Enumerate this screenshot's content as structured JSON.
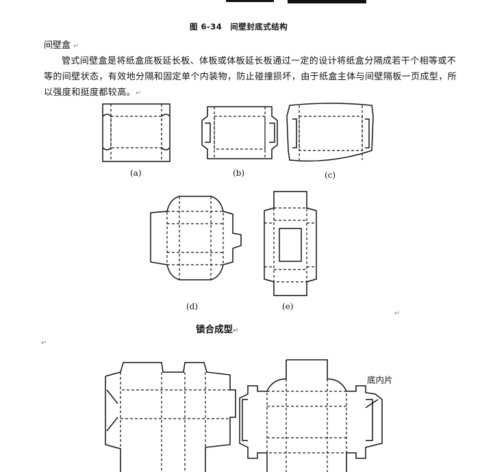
{
  "figure_caption": "图 6-34　间壁封底式结构",
  "section_heading": "间壁盒",
  "paragraph": "管式间壁盒是将纸盒底板延长板、体板或体板延长板通过一定的设计将纸盒分隔成若干个相等或不等的间壁状态，有效地分隔和固定单个内装物，防止碰撞损坏，由于纸盒主体与间壁隔板一页成型，所以强度和挺度都较高。",
  "return_mark": "↵",
  "diagram_labels": {
    "a": "(a)",
    "b": "(b)",
    "c": "(c)",
    "d": "(d)",
    "e": "(e)"
  },
  "subheading": "锁合成型",
  "annotation": "底内片"
}
